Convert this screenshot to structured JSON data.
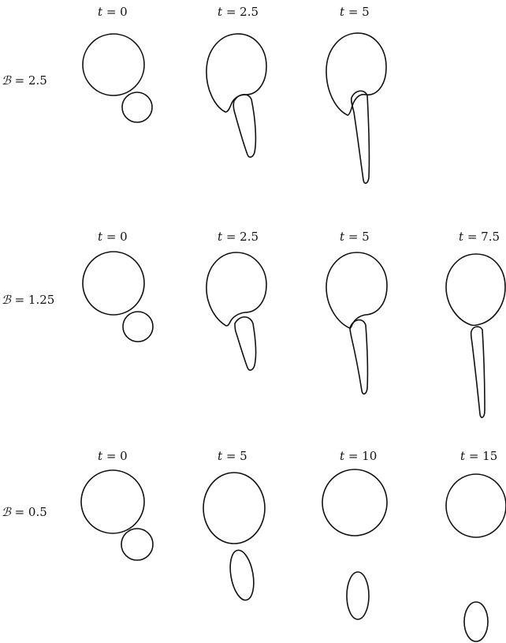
{
  "colors": {
    "ink": "#111111",
    "background": "#ffffff"
  },
  "rows": [
    {
      "bond_symbol": "ℬ",
      "bond_value": "= 2.5",
      "frames": [
        {
          "t_symbol": "t",
          "t_value": "= 0"
        },
        {
          "t_symbol": "t",
          "t_value": "= 2.5"
        },
        {
          "t_symbol": "t",
          "t_value": "= 5"
        }
      ]
    },
    {
      "bond_symbol": "ℬ",
      "bond_value": "= 1.25",
      "frames": [
        {
          "t_symbol": "t",
          "t_value": "= 0"
        },
        {
          "t_symbol": "t",
          "t_value": "= 2.5"
        },
        {
          "t_symbol": "t",
          "t_value": "= 5"
        },
        {
          "t_symbol": "t",
          "t_value": "= 7.5"
        }
      ]
    },
    {
      "bond_symbol": "ℬ",
      "bond_value": "= 0.5",
      "frames": [
        {
          "t_symbol": "t",
          "t_value": "= 0"
        },
        {
          "t_symbol": "t",
          "t_value": "= 5"
        },
        {
          "t_symbol": "t",
          "t_value": "= 10"
        },
        {
          "t_symbol": "t",
          "t_value": "= 15"
        }
      ]
    }
  ]
}
